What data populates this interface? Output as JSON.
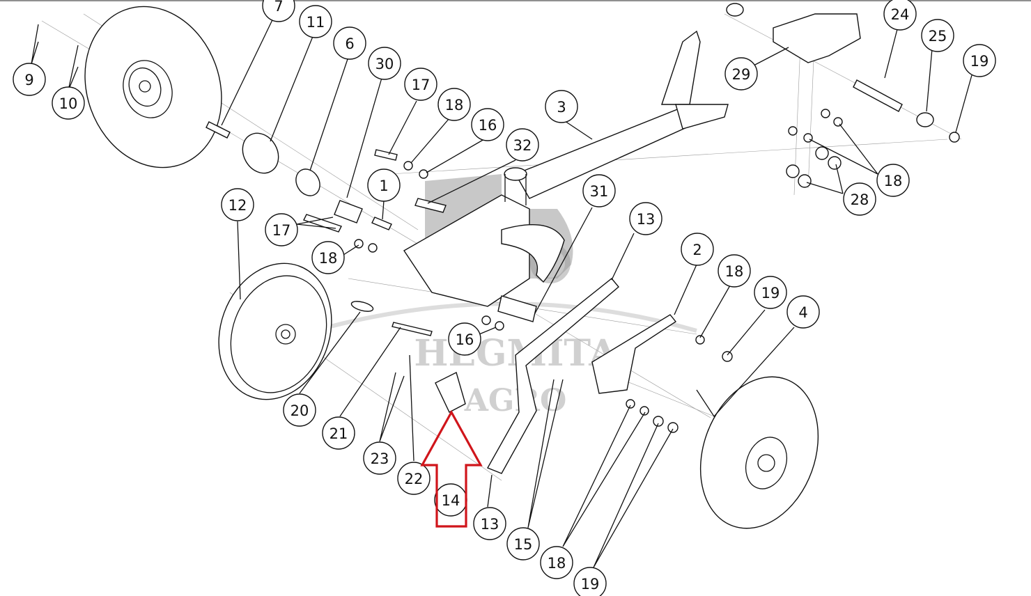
{
  "diagram": {
    "callouts": [
      {
        "id": "c-7",
        "label": "7"
      },
      {
        "id": "c-11",
        "label": "11"
      },
      {
        "id": "c-6",
        "label": "6"
      },
      {
        "id": "c-30",
        "label": "30"
      },
      {
        "id": "c-17a",
        "label": "17"
      },
      {
        "id": "c-18a",
        "label": "18"
      },
      {
        "id": "c-16a",
        "label": "16"
      },
      {
        "id": "c-32",
        "label": "32"
      },
      {
        "id": "c-3",
        "label": "3"
      },
      {
        "id": "c-24",
        "label": "24"
      },
      {
        "id": "c-25",
        "label": "25"
      },
      {
        "id": "c-19a",
        "label": "19"
      },
      {
        "id": "c-29",
        "label": "29"
      },
      {
        "id": "c-18b",
        "label": "18"
      },
      {
        "id": "c-28",
        "label": "28"
      },
      {
        "id": "c-9",
        "label": "9"
      },
      {
        "id": "c-10",
        "label": "10"
      },
      {
        "id": "c-1",
        "label": "1"
      },
      {
        "id": "c-12",
        "label": "12"
      },
      {
        "id": "c-17b",
        "label": "17"
      },
      {
        "id": "c-18c",
        "label": "18"
      },
      {
        "id": "c-31",
        "label": "31"
      },
      {
        "id": "c-13a",
        "label": "13"
      },
      {
        "id": "c-2",
        "label": "2"
      },
      {
        "id": "c-18d",
        "label": "18"
      },
      {
        "id": "c-19b",
        "label": "19"
      },
      {
        "id": "c-4",
        "label": "4"
      },
      {
        "id": "c-16b",
        "label": "16"
      },
      {
        "id": "c-20",
        "label": "20"
      },
      {
        "id": "c-21",
        "label": "21"
      },
      {
        "id": "c-23",
        "label": "23"
      },
      {
        "id": "c-22",
        "label": "22"
      },
      {
        "id": "c-14",
        "label": "14"
      },
      {
        "id": "c-13b",
        "label": "13"
      },
      {
        "id": "c-15",
        "label": "15"
      },
      {
        "id": "c-18e",
        "label": "18"
      },
      {
        "id": "c-19c",
        "label": "19"
      }
    ],
    "highlight": {
      "target_label": "14",
      "color": "#d0151b"
    },
    "watermark": {
      "line1": "HEGMITA",
      "line2": "AGRO",
      "color": "#9a9a9a"
    }
  }
}
